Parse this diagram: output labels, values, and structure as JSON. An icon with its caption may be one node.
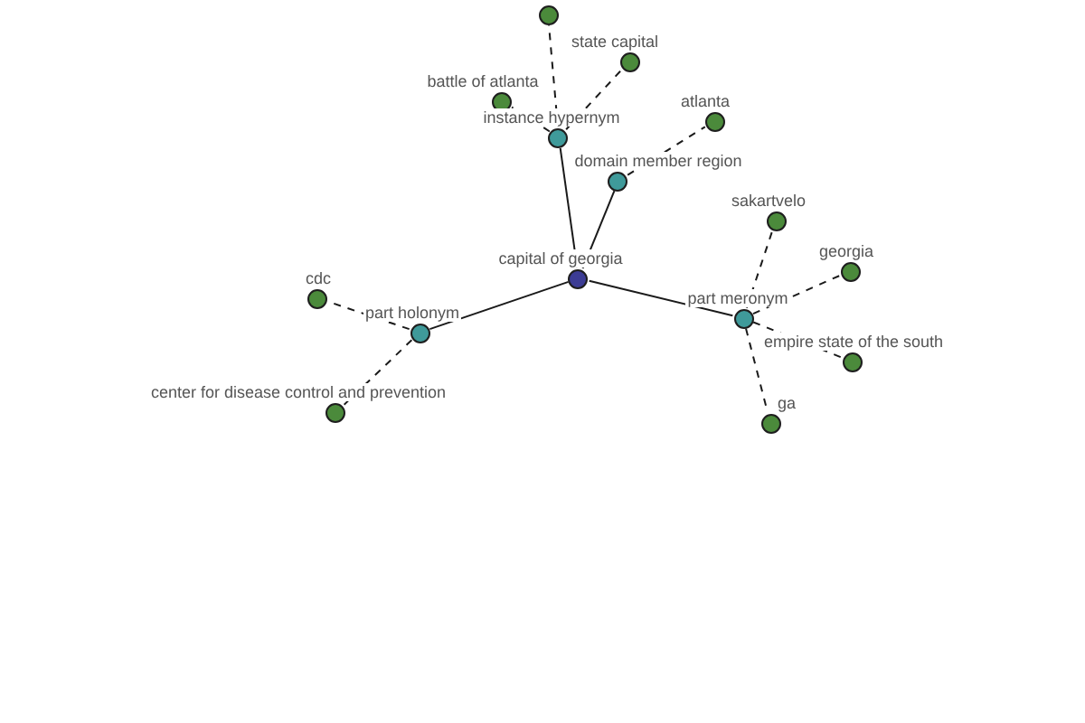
{
  "diagram": {
    "nodes": [
      {
        "text": [],
        "shape": "circle"
      },
      {
        "text": [
          "state capital"
        ]
      },
      {
        "text": [
          "battle of atlanta"
        ]
      },
      {
        "text": [
          "atlanta"
        ]
      },
      {
        "text": [
          "instance hypernym"
        ]
      },
      {
        "text": [
          "domain member region"
        ]
      },
      {
        "text": [
          "sakartvelo"
        ]
      },
      {
        "text": [
          "capital of georgia"
        ]
      },
      {
        "text": [
          "georgia"
        ]
      },
      {
        "text": [
          "cdc"
        ]
      },
      {
        "text": [
          "part meronym"
        ]
      },
      {
        "text": [
          "part holonym"
        ]
      },
      {
        "text": [
          "empire state of the south"
        ]
      },
      {
        "text": [
          "center for disease control and prevention"
        ]
      },
      {
        "text": [
          "ga"
        ]
      }
    ],
    "edges": [
      {
        "from": 7,
        "to": 4,
        "arrow": "none"
      },
      {
        "from": 7,
        "to": 5,
        "arrow": "none"
      },
      {
        "from": 7,
        "to": 10,
        "arrow": "none"
      },
      {
        "from": 7,
        "to": 11,
        "arrow": "none"
      },
      {
        "from": 4,
        "to": 0,
        "arrow": "none",
        "style": "dashed"
      },
      {
        "from": 4,
        "to": 1,
        "arrow": "none",
        "style": "dashed"
      },
      {
        "from": 4,
        "to": 2,
        "arrow": "none",
        "style": "dashed"
      },
      {
        "from": 5,
        "to": 3,
        "arrow": "none",
        "style": "dashed"
      },
      {
        "from": 10,
        "to": 6,
        "arrow": "none",
        "style": "dashed"
      },
      {
        "from": 10,
        "to": 8,
        "arrow": "none",
        "style": "dashed"
      },
      {
        "from": 10,
        "to": 12,
        "arrow": "none",
        "style": "dashed"
      },
      {
        "from": 10,
        "to": 14,
        "arrow": "none",
        "style": "dashed"
      },
      {
        "from": 11,
        "to": 9,
        "arrow": "none",
        "style": "dashed"
      },
      {
        "from": 11,
        "to": 13,
        "arrow": "none",
        "style": "dashed"
      }
    ]
  }
}
